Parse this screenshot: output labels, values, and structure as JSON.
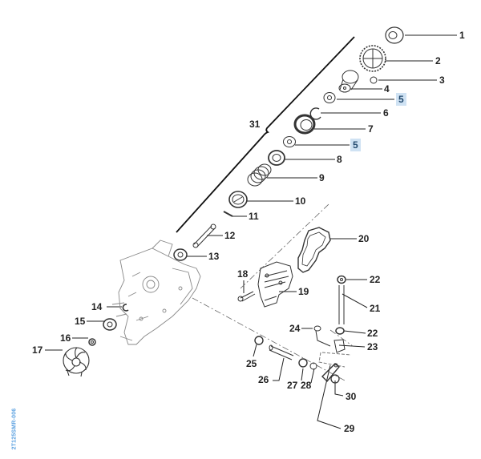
{
  "diagram": {
    "type": "exploded-parts-diagram",
    "drawing_code": "2T125SMR-006",
    "highlight_color": "#cfe2f3",
    "highlighted_part": "5",
    "group_label": "31",
    "labels": [
      {
        "id": "p1",
        "text": "1"
      },
      {
        "id": "p2",
        "text": "2"
      },
      {
        "id": "p3",
        "text": "3"
      },
      {
        "id": "p4",
        "text": "4"
      },
      {
        "id": "p5a",
        "text": "5",
        "highlighted": true
      },
      {
        "id": "p6",
        "text": "6"
      },
      {
        "id": "p7",
        "text": "7"
      },
      {
        "id": "p5b",
        "text": "5",
        "highlighted": true
      },
      {
        "id": "p8",
        "text": "8"
      },
      {
        "id": "p9",
        "text": "9"
      },
      {
        "id": "p10",
        "text": "10"
      },
      {
        "id": "p11",
        "text": "11"
      },
      {
        "id": "p12",
        "text": "12"
      },
      {
        "id": "p13",
        "text": "13"
      },
      {
        "id": "p14",
        "text": "14"
      },
      {
        "id": "p15",
        "text": "15"
      },
      {
        "id": "p16",
        "text": "16"
      },
      {
        "id": "p17",
        "text": "17"
      },
      {
        "id": "p18",
        "text": "18"
      },
      {
        "id": "p19",
        "text": "19"
      },
      {
        "id": "p20",
        "text": "20"
      },
      {
        "id": "p21",
        "text": "21"
      },
      {
        "id": "p22a",
        "text": "22"
      },
      {
        "id": "p22b",
        "text": "22"
      },
      {
        "id": "p23",
        "text": "23"
      },
      {
        "id": "p24",
        "text": "24"
      },
      {
        "id": "p25",
        "text": "25"
      },
      {
        "id": "p26",
        "text": "26"
      },
      {
        "id": "p27",
        "text": "27"
      },
      {
        "id": "p28",
        "text": "28"
      },
      {
        "id": "p29",
        "text": "29"
      },
      {
        "id": "p30",
        "text": "30"
      },
      {
        "id": "p31",
        "text": "31"
      }
    ]
  }
}
